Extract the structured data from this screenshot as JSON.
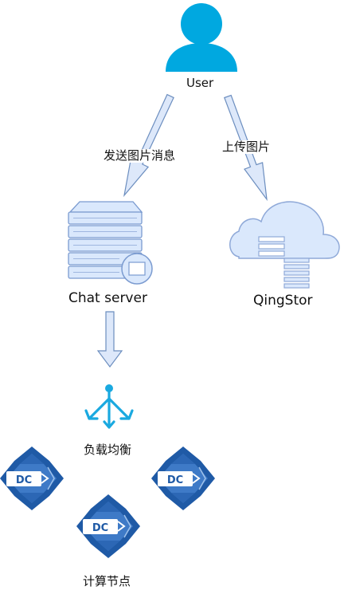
{
  "nodes": {
    "user": {
      "label": "User"
    },
    "chat_server": {
      "label": "Chat server"
    },
    "qingstor": {
      "label": "QingStor"
    },
    "load_balancer": {
      "label": "负载均衡"
    },
    "compute": {
      "label": "计算节点",
      "dc_badge": "DC"
    }
  },
  "edges": {
    "user_to_chat": {
      "label": "发送图片消息"
    },
    "user_to_storage": {
      "label": "上传图片"
    },
    "chat_to_lb": {
      "label": ""
    }
  },
  "colors": {
    "arrow_fill": "#dde8fa",
    "arrow_stroke": "#6c8ebf",
    "user": "#00a8e0",
    "cloud_fill": "#dae8fc",
    "cloud_stroke": "#8fa9d8",
    "server_fill": "#dae8fc",
    "server_stroke": "#7b9bd0",
    "lb": "#1aa9e0",
    "dc_dark": "#1f5aa6",
    "dc_mid": "#3e7ac7"
  }
}
